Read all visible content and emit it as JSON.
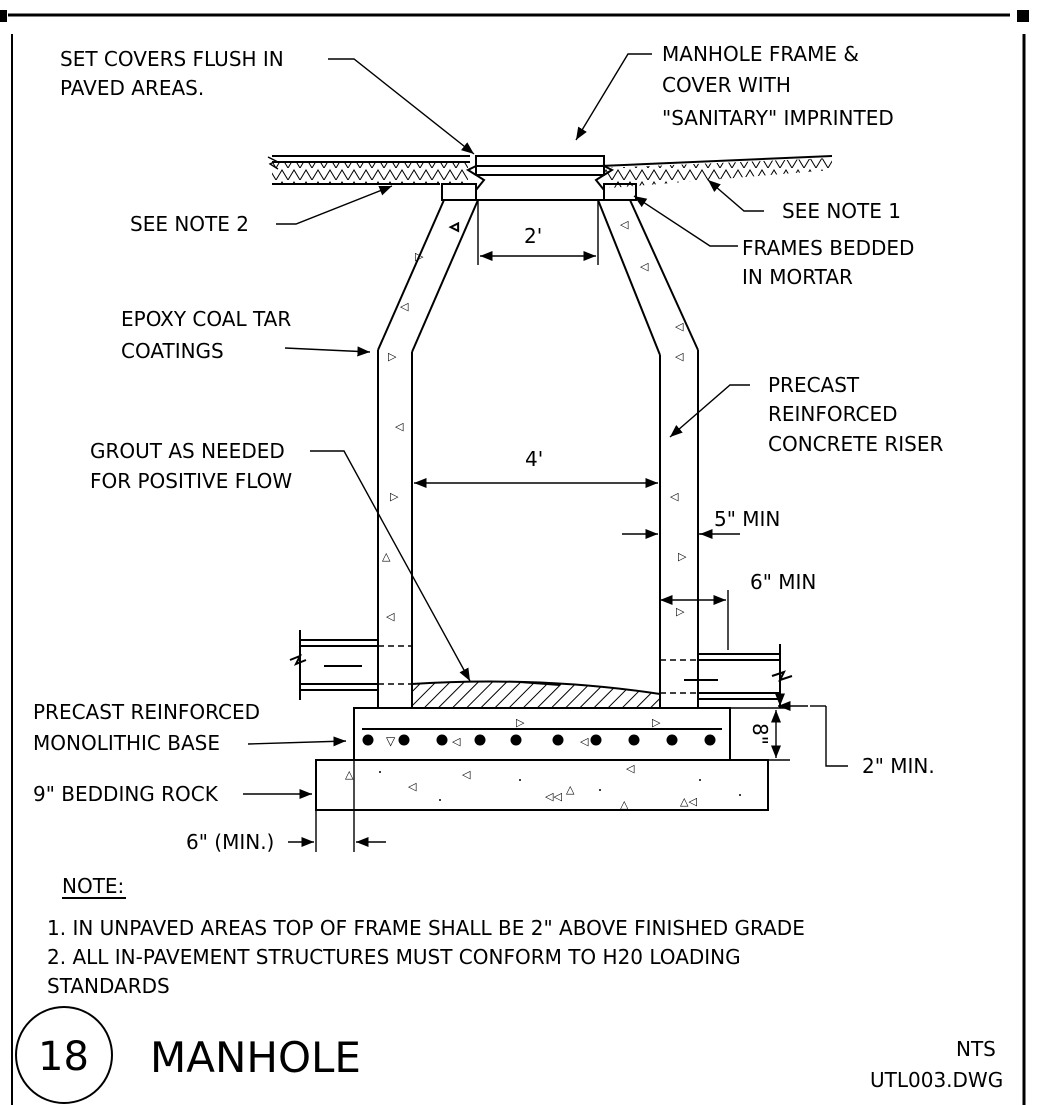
{
  "callouts": {
    "set_covers_1": "SET COVERS FLUSH IN",
    "set_covers_2": "PAVED AREAS.",
    "frame_cover_1": "MANHOLE FRAME &",
    "frame_cover_2": "COVER WITH",
    "frame_cover_3": "\"SANITARY\" IMPRINTED",
    "see_note_1": "SEE NOTE 1",
    "see_note_2": "SEE NOTE 2",
    "frames_bedded_1": "FRAMES BEDDED",
    "frames_bedded_2": "IN MORTAR",
    "epoxy_1": "EPOXY COAL TAR",
    "epoxy_2": "COATINGS",
    "precast_riser_1": "PRECAST",
    "precast_riser_2": "REINFORCED",
    "precast_riser_3": "CONCRETE RISER",
    "grout_1": "GROUT AS NEEDED",
    "grout_2": "FOR POSITIVE FLOW",
    "base_1": "PRECAST REINFORCED",
    "base_2": "MONOLITHIC BASE",
    "bedding": "9\" BEDDING ROCK",
    "two_min": "2\" MIN."
  },
  "dimensions": {
    "two_ft": "2'",
    "four_ft": "4'",
    "five_min": "5\" MIN",
    "six_min": "6\" MIN",
    "eight_in": "8\"",
    "six_min_paren": "6\" (MIN.)"
  },
  "notes": {
    "heading": "NOTE:",
    "items": [
      "1.  IN UNPAVED AREAS TOP OF FRAME SHALL BE 2\" ABOVE FINISHED GRADE",
      "2.  ALL IN-PAVEMENT STRUCTURES MUST CONFORM TO H20 LOADING",
      "STANDARDS"
    ]
  },
  "title_block": {
    "detail_number": "18",
    "title": "MANHOLE",
    "scale": "NTS",
    "file": "UTL003.DWG"
  }
}
